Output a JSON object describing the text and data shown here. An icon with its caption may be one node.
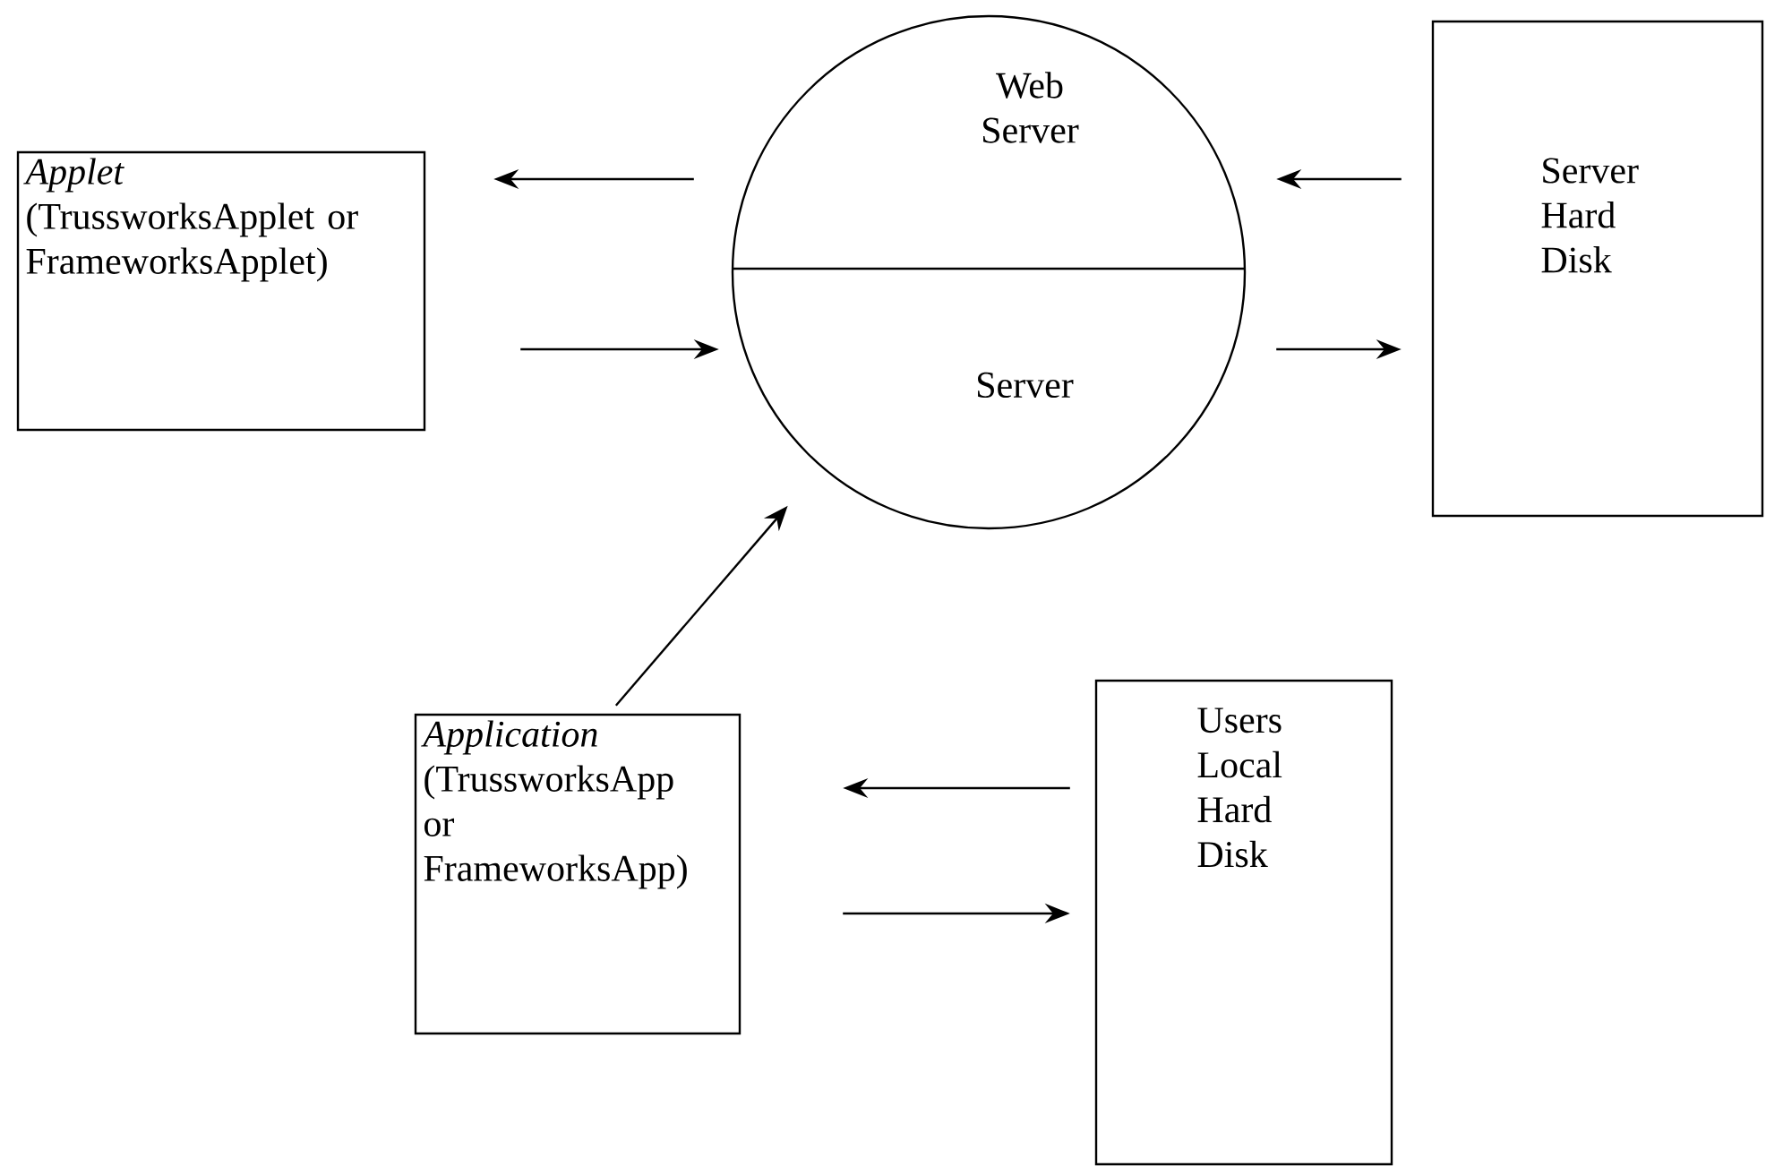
{
  "diagram": {
    "nodes": [
      {
        "text": [
          "Applet",
          "(TrussworksApplet or FrameworksApplet)"
        ]
      },
      {
        "text": [
          "Web Server",
          "Server"
        ]
      },
      {
        "text": [
          "Server Hard Disk"
        ]
      },
      {
        "text": [
          "Application",
          "(TrussworksApp or FrameworksApp)"
        ]
      },
      {
        "text": [
          "Users Local Hard Disk"
        ]
      }
    ],
    "edges": [
      {
        "from": 1,
        "to": 0,
        "arrow": "to"
      },
      {
        "from": 0,
        "to": 1,
        "arrow": "to"
      },
      {
        "from": 2,
        "to": 1,
        "arrow": "to"
      },
      {
        "from": 1,
        "to": 2,
        "arrow": "to"
      },
      {
        "from": 3,
        "to": 1,
        "arrow": "to"
      },
      {
        "from": 4,
        "to": 3,
        "arrow": "to"
      },
      {
        "from": 3,
        "to": 4,
        "arrow": "to"
      }
    ]
  }
}
